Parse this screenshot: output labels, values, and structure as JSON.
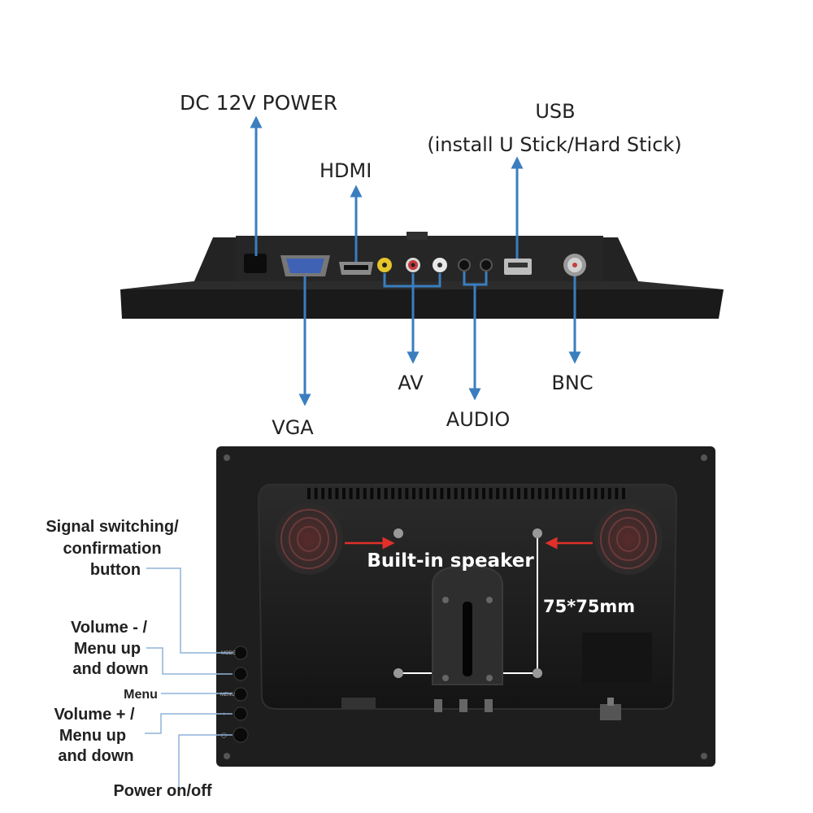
{
  "top_labels": {
    "dc_power": "DC 12V POWER",
    "hdmi": "HDMI",
    "usb": "USB",
    "usb_note": "(install U Stick/Hard Stick)",
    "vga": "VGA",
    "av": "AV",
    "audio": "AUDIO",
    "bnc": "BNC"
  },
  "back_labels": {
    "speaker": "Built-in speaker",
    "vesa": "75*75mm"
  },
  "side_labels": {
    "signal": [
      "Signal switching/",
      "confirmation",
      "button"
    ],
    "vol_minus": [
      "Volume - /",
      "Menu up",
      "and down"
    ],
    "menu": "Menu",
    "vol_plus": [
      "Volume + /",
      "Menu up",
      "and down"
    ],
    "power": "Power on/off"
  },
  "button_marks": {
    "mode": "MODE",
    "minus": "-",
    "menu": "MENU",
    "plus": "+",
    "power": "◯"
  },
  "colors": {
    "arrow": "#3a7ec0",
    "callout_line": "#8fb3d9",
    "red_arrow": "#e0302a",
    "body": "#1c1c1c"
  }
}
